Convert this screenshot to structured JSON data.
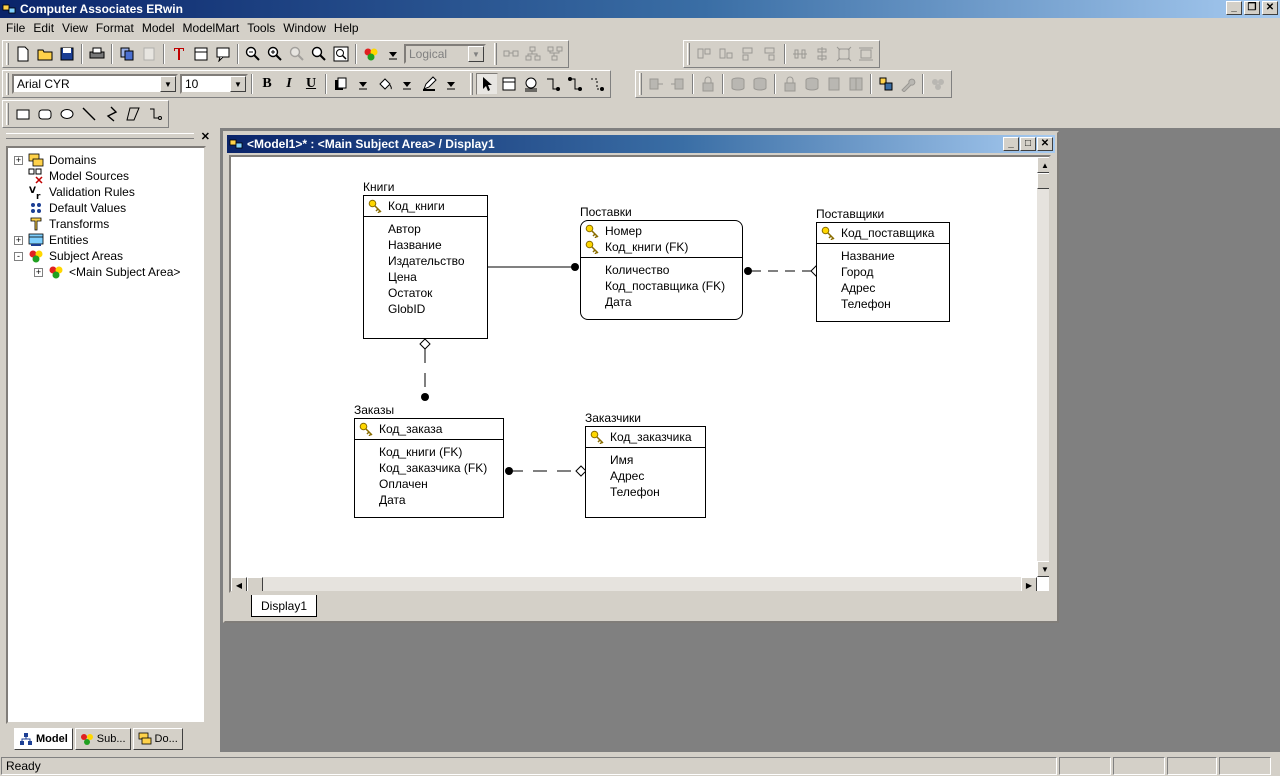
{
  "app": {
    "title": "Computer Associates ERwin"
  },
  "menu": [
    "File",
    "Edit",
    "View",
    "Format",
    "Model",
    "ModelMart",
    "Tools",
    "Window",
    "Help"
  ],
  "toolbar": {
    "model_type": "Logical",
    "font_name": "Arial CYR",
    "font_size": "10",
    "bold": "B",
    "italic": "I",
    "underline": "U"
  },
  "tree": {
    "items": [
      {
        "label": "Domains",
        "icon": "domains-icon",
        "expander": "+"
      },
      {
        "label": "Model Sources",
        "icon": "model-sources-icon"
      },
      {
        "label": "Validation Rules",
        "icon": "validation-rules-icon"
      },
      {
        "label": "Default Values",
        "icon": "default-values-icon"
      },
      {
        "label": "Transforms",
        "icon": "transforms-icon"
      },
      {
        "label": "Entities",
        "icon": "entities-icon",
        "expander": "+"
      },
      {
        "label": "Subject Areas",
        "icon": "subject-areas-icon",
        "expander": "-"
      },
      {
        "label": "<Main Subject Area>",
        "icon": "subject-area-icon",
        "expander": "+"
      }
    ],
    "tabs": [
      {
        "label": "Model",
        "active": true
      },
      {
        "label": "Sub...",
        "active": false
      },
      {
        "label": "Do...",
        "active": false
      }
    ]
  },
  "diagram_window": {
    "title": "<Model1>* : <Main Subject Area> / Display1",
    "display_tab": "Display1"
  },
  "entities": {
    "knigi": {
      "name": "Книги",
      "keys": [
        "Код_книги"
      ],
      "attrs": [
        "Автор",
        "Название",
        "Издательство",
        "Цена",
        "Остаток",
        "GlobID"
      ]
    },
    "postavki": {
      "name": "Поставки",
      "keys": [
        "Номер",
        "Код_книги (FK)"
      ],
      "attrs": [
        "Количество",
        "Код_поставщика (FK)",
        "Дата"
      ]
    },
    "postavshiki": {
      "name": "Поставщики",
      "keys": [
        "Код_поставщика"
      ],
      "attrs": [
        "Название",
        "Город",
        "Адрес",
        "Телефон"
      ]
    },
    "zakazy": {
      "name": "Заказы",
      "keys": [
        "Код_заказа"
      ],
      "attrs": [
        "Код_книги (FK)",
        "Код_заказчика (FK)",
        "Оплачен",
        "Дата"
      ]
    },
    "zakazchiki": {
      "name": "Заказчики",
      "keys": [
        "Код_заказчика"
      ],
      "attrs": [
        "Имя",
        "Адрес",
        "Телефон"
      ]
    }
  },
  "status": {
    "text": "Ready"
  }
}
